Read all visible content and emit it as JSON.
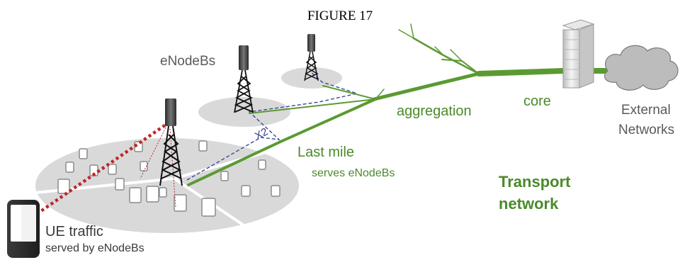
{
  "figure_title": "FIGURE 17",
  "labels": {
    "enodebs": "eNodeBs",
    "x2": "X2",
    "aggregation": "aggregation",
    "core": "core",
    "external_line1": "External",
    "external_line2": "Networks",
    "last_mile": "Last mile",
    "serves_enodebs": "serves eNodeBs",
    "transport_line1": "Transport",
    "transport_line2": "network",
    "ue_traffic": "UE traffic",
    "served_by": "served by eNodeBs"
  },
  "colors": {
    "link_green": "#5b9a32",
    "label_green": "#4a8a2a",
    "cell_grey": "#d9d9d9",
    "x2_blue": "#2c3f8f",
    "ue_red": "#c0262b"
  }
}
